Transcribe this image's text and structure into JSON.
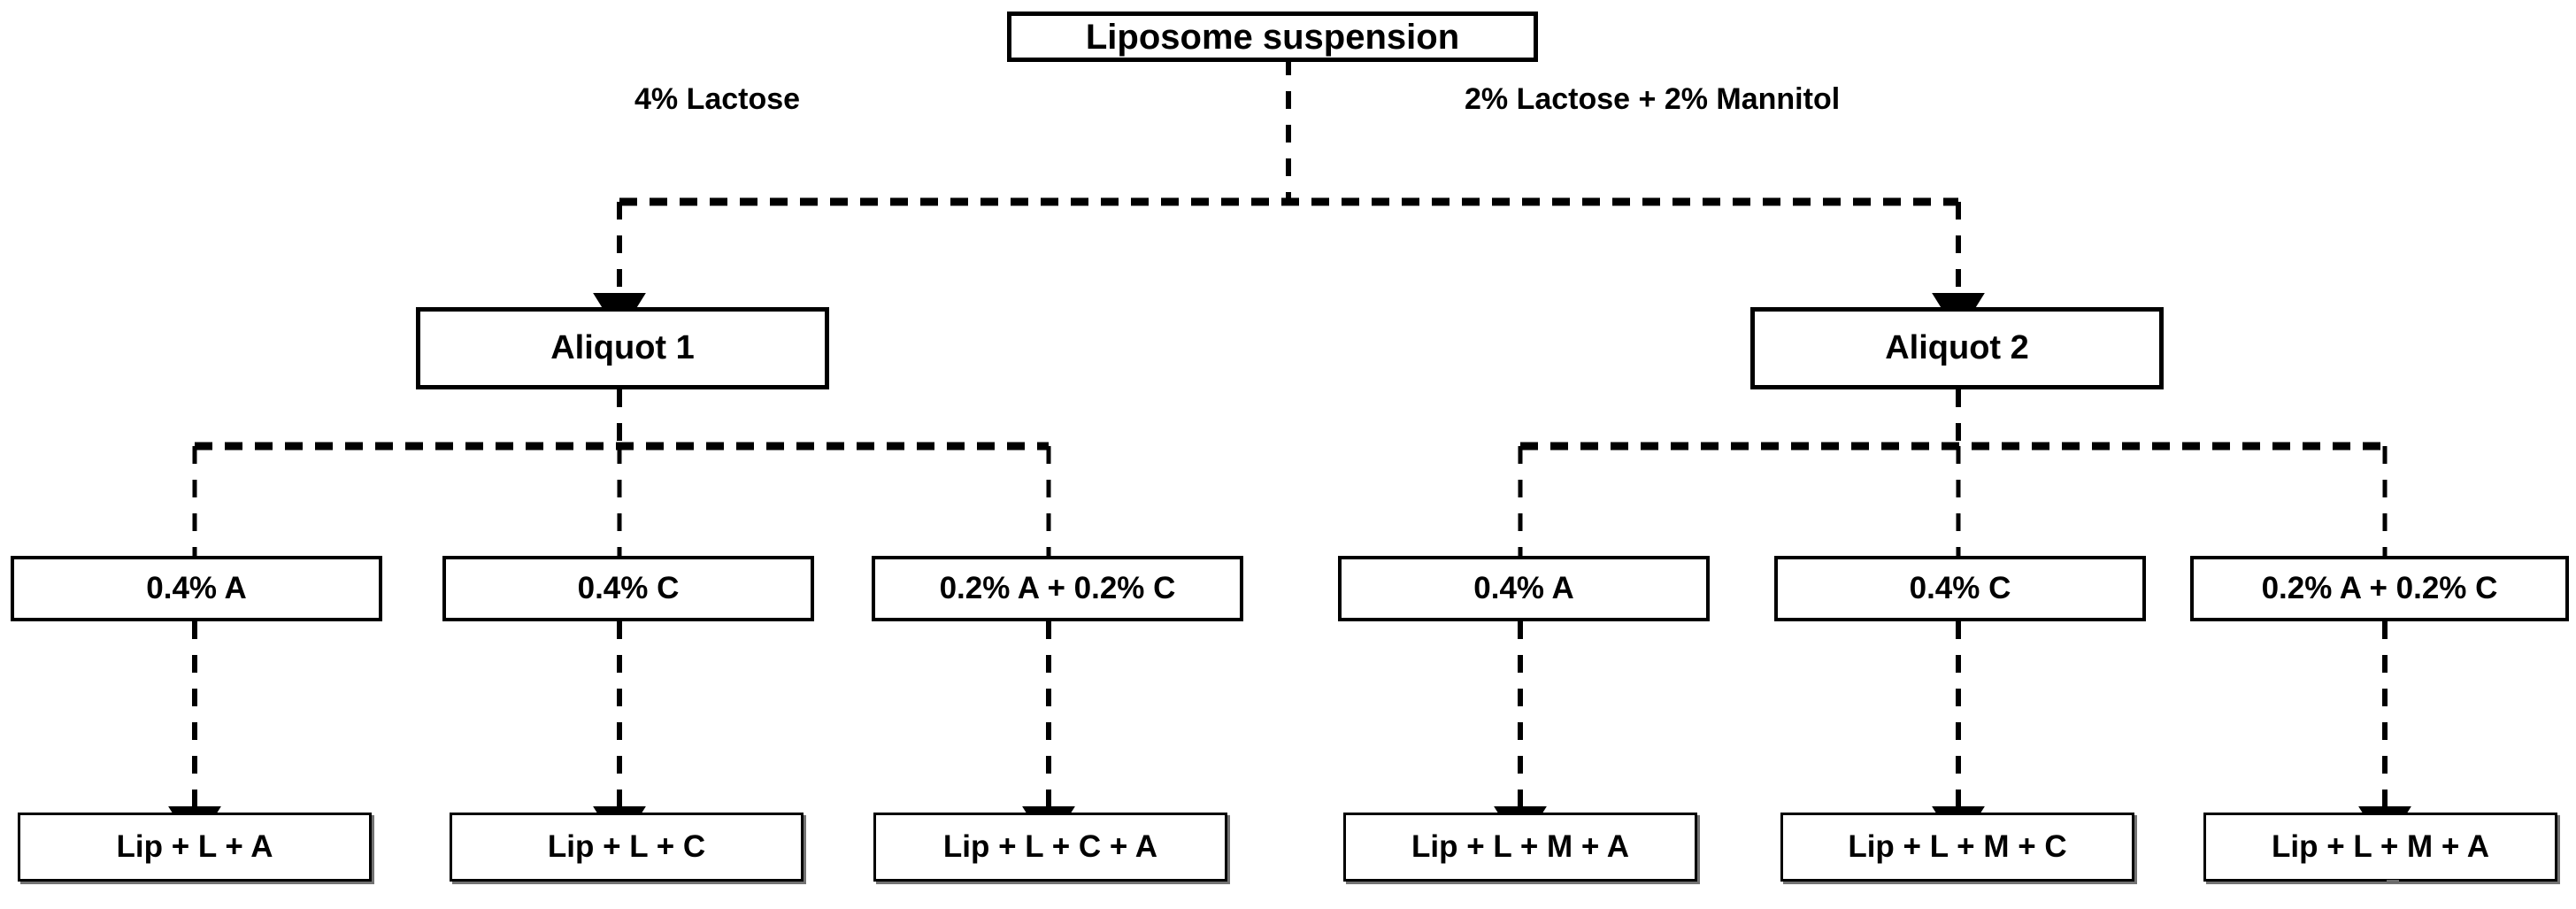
{
  "diagram": {
    "title_node": {
      "label": "Liposome suspension"
    },
    "branch_labels": {
      "left": "4% Lactose",
      "right": "2% Lactose  + 2% Mannitol"
    },
    "aliquots": [
      {
        "label": "Aliquot 1"
      },
      {
        "label": "Aliquot 2"
      }
    ],
    "treatments": [
      {
        "label": "0.4% A"
      },
      {
        "label": "0.4% C"
      },
      {
        "label": "0.2% A + 0.2% C"
      },
      {
        "label": "0.4% A"
      },
      {
        "label": "0.4% C"
      },
      {
        "label": "0.2% A + 0.2% C"
      }
    ],
    "outcomes": [
      {
        "label": "Lip + L + A"
      },
      {
        "label": "Lip + L + C"
      },
      {
        "label": "Lip + L + C + A"
      },
      {
        "label": "Lip + L + M + A"
      },
      {
        "label": "Lip + L + M + C"
      },
      {
        "label": "Lip + L + M + A"
      }
    ],
    "colors": {
      "stroke": "#000000",
      "background": "#ffffff",
      "shadow": "#5a5a5a"
    }
  }
}
